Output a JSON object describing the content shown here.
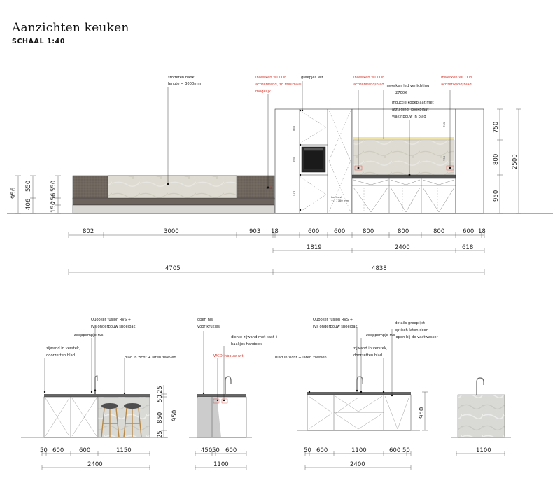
{
  "title": "Aanzichten keuken",
  "scale": "SCHAAL 1:40",
  "elevation": {
    "annotations": {
      "bank": [
        "stofferen bank",
        "lengte = 3000mm"
      ],
      "wcd_left": [
        "inwerken WCD in",
        "achterwand, zo minimaal",
        "mogelijk."
      ],
      "greepjes": "greepjes wit",
      "wcd_mid": [
        "inwerken WCD in",
        "achterwand/blad"
      ],
      "led": [
        "inwerken led verlichting",
        "2700K"
      ],
      "kookplaat": [
        "inductie kookplaat met",
        "afzuiging. kookplaat",
        "vlakinbouw in blad"
      ],
      "wcd_right": [
        "inwerken WCD in",
        "achterwand/blad"
      ],
      "koelkast": [
        "koelkast",
        "+/- 1780 mm"
      ],
      "wcd_small": "WCD"
    },
    "left_heights": [
      "956",
      "550",
      "406",
      "256",
      "150",
      "550"
    ],
    "right_heights": [
      "750",
      "800",
      "950",
      "2500"
    ],
    "cabinet_marks": [
      "835",
      "600",
      "475",
      "735",
      "750"
    ],
    "dims_row1": [
      "802",
      "3000",
      "903",
      "18",
      "600",
      "600",
      "800",
      "800",
      "800",
      "600",
      "18"
    ],
    "dims_row2": [
      "1819",
      "2400",
      "618"
    ],
    "dims_row3": [
      "4705",
      "4838"
    ]
  },
  "island1": {
    "annotations": {
      "quooker": [
        "Quooker fusion RVS +",
        "rvs onderbouw spoelbak"
      ],
      "zeep": "zeeppompje rvs",
      "zijwand": [
        "zijwand in verstek,",
        "doorzetten blad"
      ],
      "blad": "blad in zicht + laten zweven"
    },
    "heights": [
      "25",
      "50",
      "850",
      "950",
      "25"
    ],
    "dims_row1": [
      "50",
      "600",
      "600",
      "1150"
    ],
    "dims_row2": [
      "2400"
    ]
  },
  "side": {
    "annotations": {
      "nis": [
        "open nis",
        "voor krukjes"
      ],
      "dichte": [
        "dichte zijwand met kast +",
        "haakjes handoek"
      ],
      "wcd": "WCD inbouw wit"
    },
    "dims_row1": [
      "450",
      "50",
      "600"
    ],
    "dims_row2": [
      "1100"
    ]
  },
  "island2": {
    "annotations": {
      "quooker": [
        "Quooker fusion RVS +",
        "rvs onderbouw spoelbak"
      ],
      "zeep": "zeeppompje rvs",
      "details": [
        "details greeplijst",
        "optisch laten door-",
        "lopen bij de vaatwasser"
      ],
      "zijwand": [
        "zijwand in verstek,",
        "doorzetten blad"
      ],
      "blad": "blad in zicht + laten zweven"
    },
    "heights": [
      "950"
    ],
    "dims_row1": [
      "50",
      "600",
      "1100",
      "600",
      "50"
    ],
    "dims_row2": [
      "2400"
    ]
  },
  "endview": {
    "dims_row1": [
      "1100"
    ]
  }
}
